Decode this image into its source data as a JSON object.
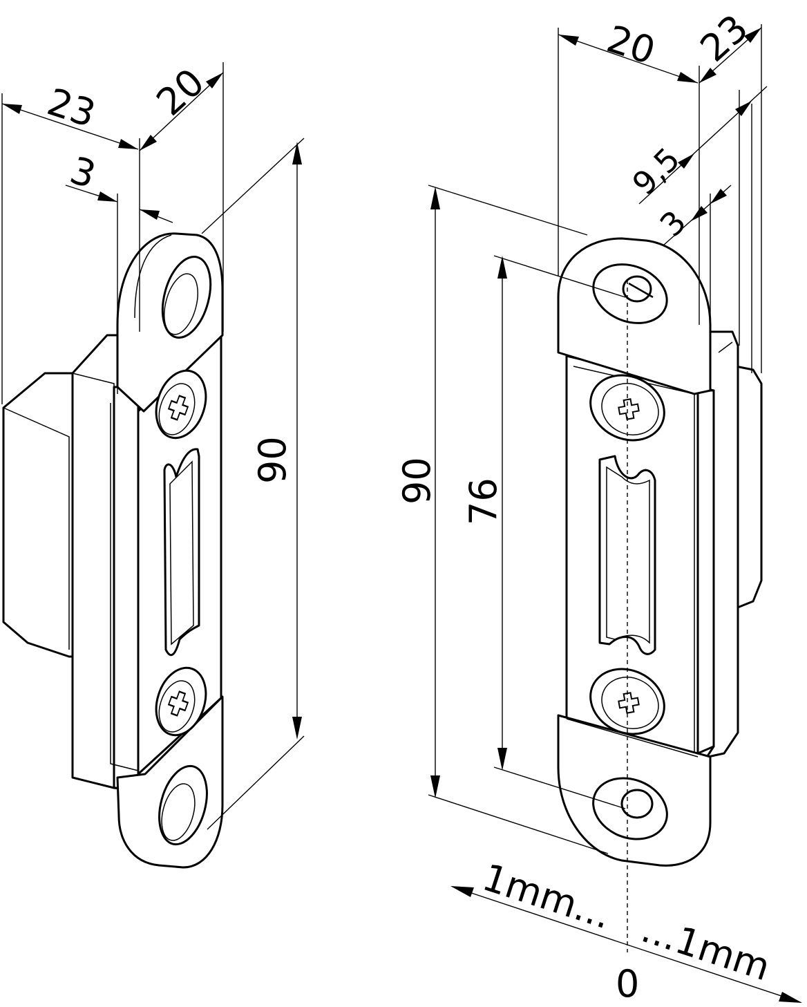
{
  "labels": {
    "left": {
      "d23": "23",
      "d20": "20",
      "d3": "3",
      "d90": "90"
    },
    "right": {
      "d20": "20",
      "d23": "23",
      "d9_5": "9,5",
      "d3": "3",
      "d90": "90",
      "d76": "76"
    },
    "adjust": {
      "left": "1mm...",
      "right": "...1mm",
      "zero": "0"
    }
  }
}
